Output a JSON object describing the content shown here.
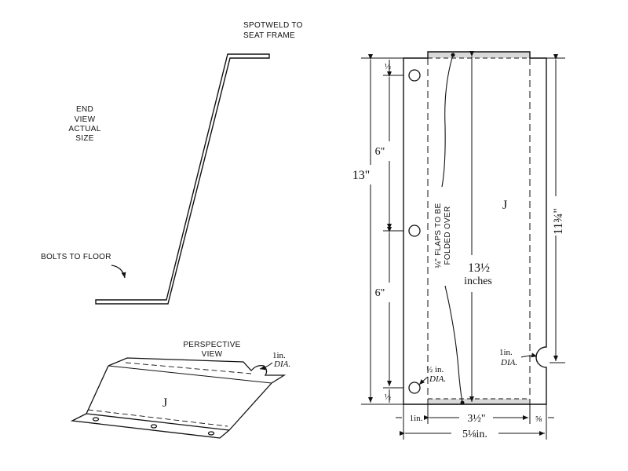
{
  "labels": {
    "spotweld": [
      "SPOTWELD TO",
      "SEAT FRAME"
    ],
    "end_view": [
      "END",
      "VIEW",
      "ACTUAL",
      "SIZE"
    ],
    "bolts": "BOLTS TO FLOOR",
    "perspective": [
      "PERSPECTIVE",
      "VIEW"
    ],
    "persp_dia": [
      "1in.",
      "DIA."
    ],
    "persp_part": "J",
    "flat_part": "J",
    "flaps": [
      "¼\" FLAPS TO BE",
      "FOLDED OVER"
    ]
  },
  "dimensions": {
    "top_half": "½",
    "bottom_half": "½",
    "six_upper": "6\"",
    "six_lower": "6\"",
    "thirteen": "13\"",
    "thirteen_half": "13½",
    "inches": "inches",
    "eleven_3_4": "11¾\"",
    "hole_half": [
      "½ in.",
      "DIA."
    ],
    "hole_one": [
      "1in.",
      "DIA."
    ],
    "one_in": "1in.",
    "three_half": "3½\"",
    "five_eighths": "⅝",
    "five_1_8": "5⅛in."
  },
  "colors": {
    "ink": "#111111",
    "shade": "#d9d9d9"
  }
}
